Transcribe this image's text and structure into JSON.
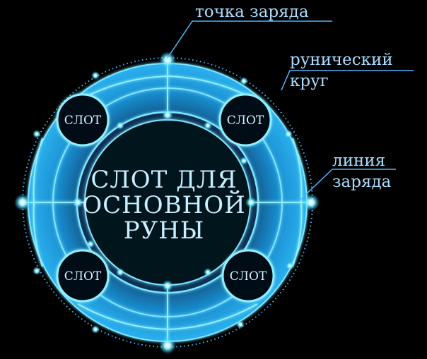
{
  "labels": {
    "charge_point": "точка заряда",
    "rune_circle_line1": "рунический",
    "rune_circle_line2": "круг",
    "charge_line_line1": "линия",
    "charge_line_line2": "заряда"
  },
  "center": {
    "line1": "СЛОТ ДЛЯ",
    "line2": "ОСНОВНОЙ",
    "line3": "РУНЫ"
  },
  "slots": {
    "top_left": "СЛОТ",
    "top_right": "СЛОТ",
    "bottom_left": "СЛОТ",
    "bottom_right": "СЛОТ"
  },
  "colors": {
    "background": "#000000",
    "ring_fill": "#1a8fd0",
    "ring_dark": "#0a2a44",
    "line_glow": "#7fe6ff",
    "node_core": "#ffffff"
  }
}
